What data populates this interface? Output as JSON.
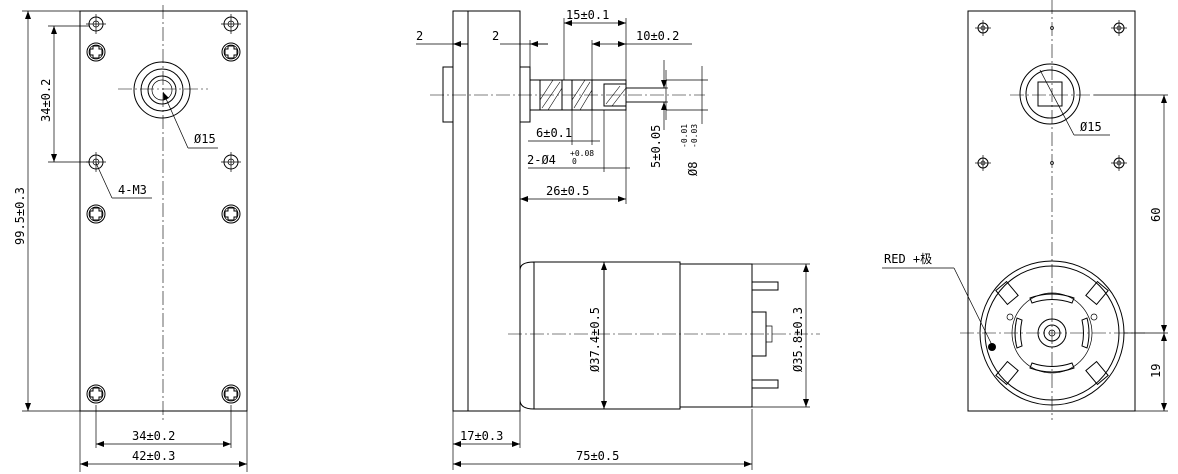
{
  "front_view": {
    "height_dim": "99.5±0.3",
    "hole_spacing_v": "34±0.2",
    "hole_spacing_h": "34±0.2",
    "width_dim": "42±0.3",
    "screw_label": "4-M3",
    "shaft_dia": "Ø15"
  },
  "side_view": {
    "dim_2a": "2",
    "dim_2b": "2",
    "dim_15": "15±0.1",
    "dim_10": "10±0.2",
    "dim_6": "6±0.1",
    "dim_5": "5±0.05",
    "keyhole_label": "2-Ø4",
    "keyhole_tol_upper": "+0.08",
    "keyhole_tol_lower": "0",
    "shaft_dia": "Ø8",
    "shaft_tol_upper": "-0.01",
    "shaft_tol_lower": "-0.03",
    "dim_26": "26±0.5",
    "motor_dia": "Ø37.4±0.5",
    "end_dia": "Ø35.8±0.3",
    "dim_17": "17±0.3",
    "dim_75": "75±0.5"
  },
  "rear_view": {
    "shaft_dia": "Ø15",
    "dim_60": "60",
    "dim_19": "19",
    "pole_label": "RED +极"
  }
}
